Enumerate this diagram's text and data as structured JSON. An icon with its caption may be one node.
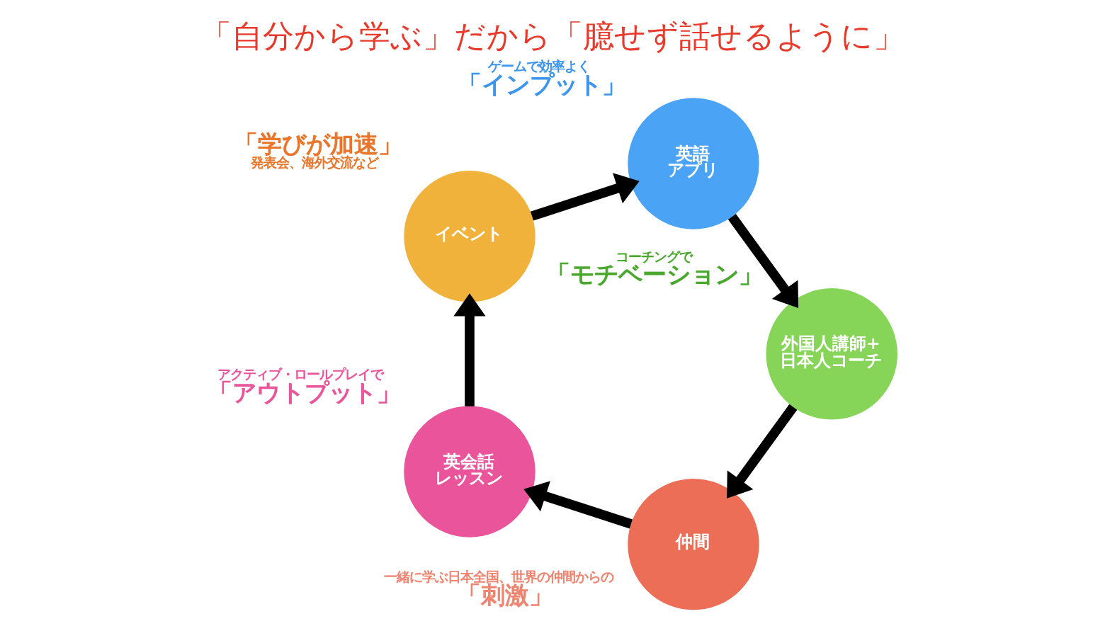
{
  "diagram": {
    "title": "「自分から学ぶ」だから「臆せず話せるように」",
    "nodes": [
      {
        "text": [
          "仲間"
        ],
        "beside": [
          "一緒に学ぶ日本全国、世界の仲間からの",
          "「刺激」"
        ]
      },
      {
        "text": [
          "外国人講師+日本人コーチ"
        ],
        "beside": [
          "コーチングで",
          "「モチベーション」"
        ]
      },
      {
        "text": [
          "英語アプリ"
        ],
        "beside": [
          "ゲームで効率よく",
          "「インプット」"
        ]
      },
      {
        "text": [
          "イベント"
        ],
        "beside": [
          "「学びが加速」",
          "発表会、海外交流など"
        ]
      },
      {
        "text": [
          "英会話レッスン"
        ],
        "beside": [
          "アクティブ・ロールプレイで",
          "「アウトプット」"
        ]
      }
    ],
    "edges": [
      {
        "from": 0,
        "to": 4,
        "arrow": "to"
      },
      {
        "from": 4,
        "to": 3,
        "arrow": "to"
      },
      {
        "from": 3,
        "to": 2,
        "arrow": "to"
      },
      {
        "from": 2,
        "to": 1,
        "arrow": "to"
      },
      {
        "from": 1,
        "to": 0,
        "arrow": "to"
      }
    ]
  }
}
